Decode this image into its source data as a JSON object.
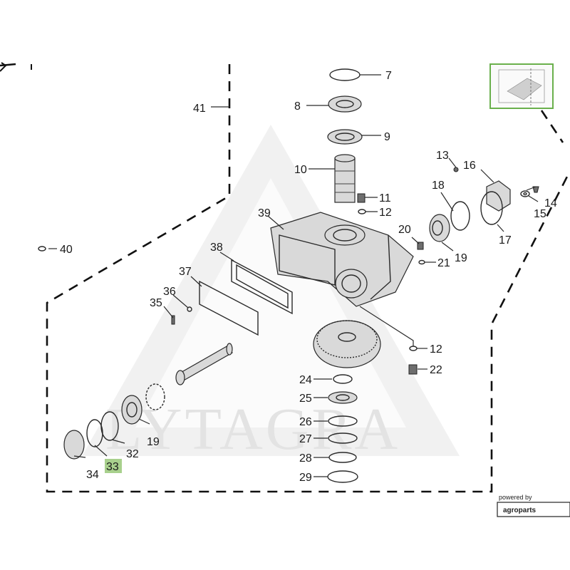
{
  "diagram": {
    "parts": [
      {
        "ref": "7"
      },
      {
        "ref": "8"
      },
      {
        "ref": "9"
      },
      {
        "ref": "10"
      },
      {
        "ref": "11"
      },
      {
        "ref": "12",
        "note": "upper"
      },
      {
        "ref": "13"
      },
      {
        "ref": "14"
      },
      {
        "ref": "15"
      },
      {
        "ref": "16"
      },
      {
        "ref": "17"
      },
      {
        "ref": "18"
      },
      {
        "ref": "19",
        "note": "right"
      },
      {
        "ref": "20"
      },
      {
        "ref": "21"
      },
      {
        "ref": "22"
      },
      {
        "ref": "12",
        "note": "lower"
      },
      {
        "ref": "24"
      },
      {
        "ref": "25"
      },
      {
        "ref": "26"
      },
      {
        "ref": "27"
      },
      {
        "ref": "28"
      },
      {
        "ref": "29"
      },
      {
        "ref": "32"
      },
      {
        "ref": "33",
        "highlighted": true
      },
      {
        "ref": "34"
      },
      {
        "ref": "19",
        "note": "left"
      },
      {
        "ref": "35"
      },
      {
        "ref": "36"
      },
      {
        "ref": "37"
      },
      {
        "ref": "38"
      },
      {
        "ref": "39"
      },
      {
        "ref": "40"
      },
      {
        "ref": "41"
      }
    ],
    "highlight_color": "#a8d08d"
  },
  "watermark": {
    "text": "LYTAGRA"
  },
  "footer": {
    "powered_by": "powered by",
    "brand": "agroparts"
  },
  "thumbnail": {
    "border_color": "#6ab04c"
  }
}
